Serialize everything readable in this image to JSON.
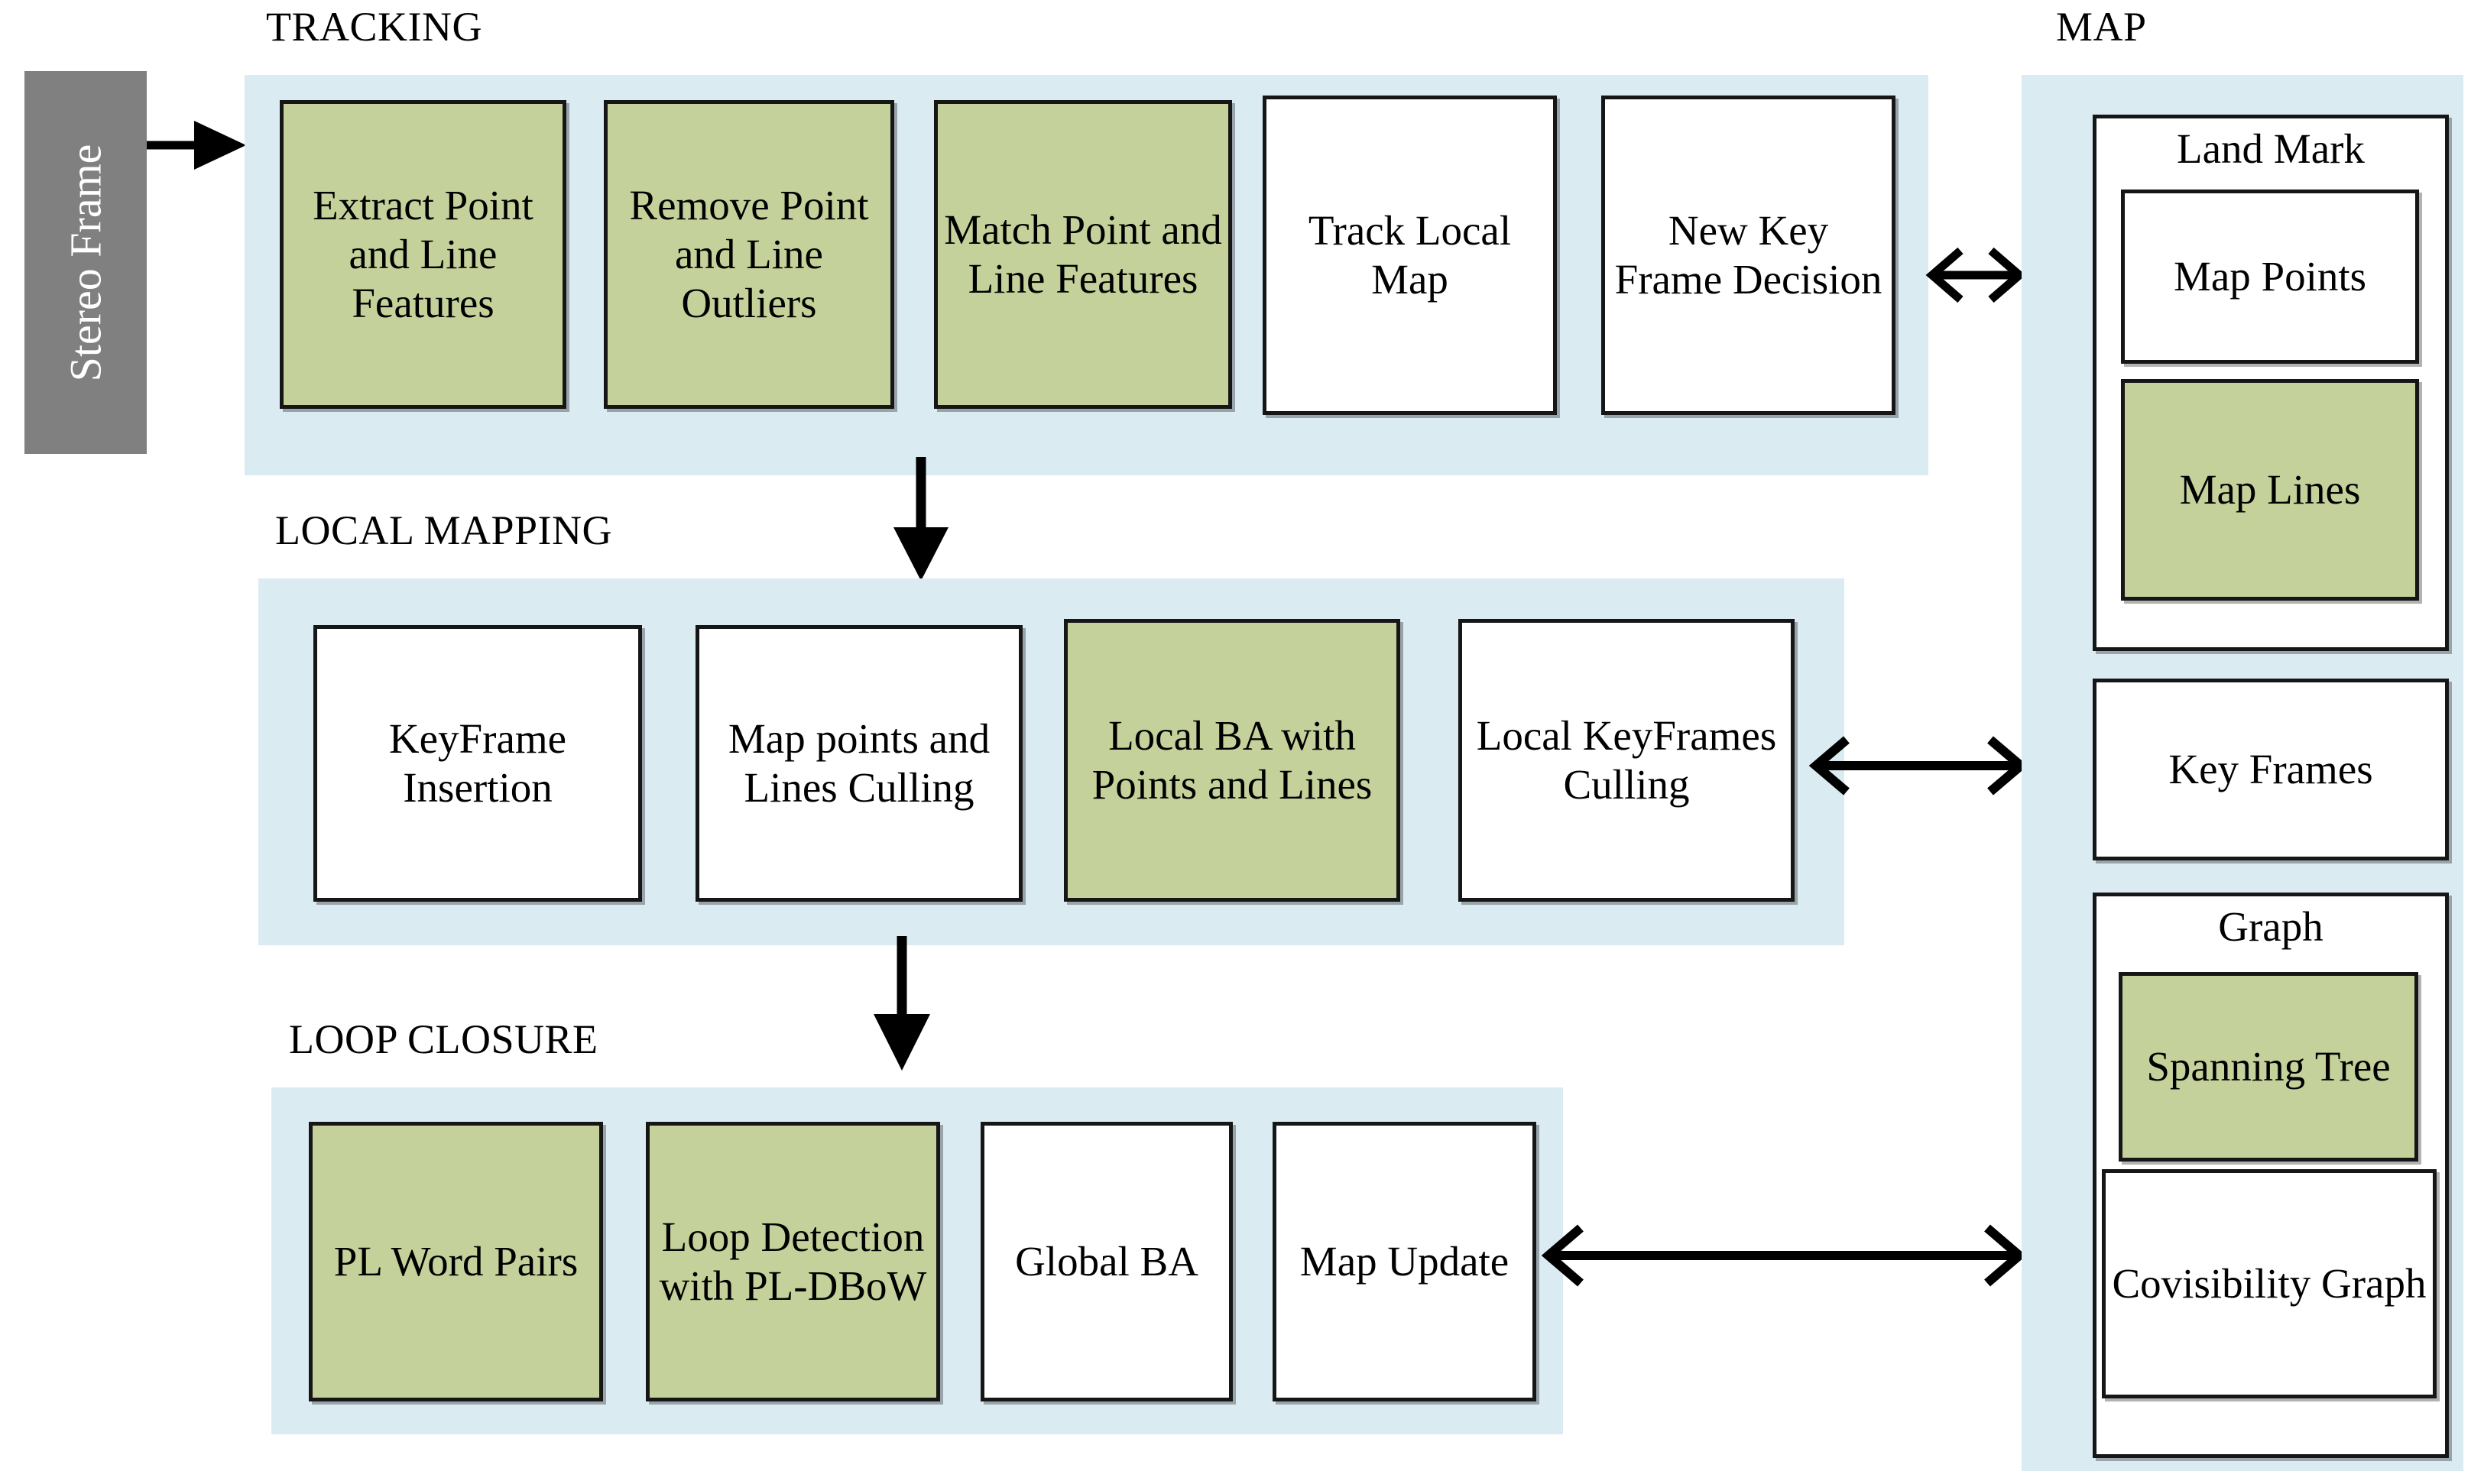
{
  "diagram": {
    "title_colors": {
      "panel_bg": "#daebf2",
      "highlight_fill": "#c5d19a",
      "plain_fill": "#ffffff",
      "input_fill": "#808080",
      "stroke": "#161616"
    },
    "input": {
      "label": "Stereo Frame"
    },
    "sections": {
      "tracking": {
        "label": "TRACKING",
        "boxes": [
          {
            "label": "Extract Point and Line Features",
            "highlight": true
          },
          {
            "label": "Remove Point and Line Outliers",
            "highlight": true
          },
          {
            "label": "Match Point and Line Features",
            "highlight": true
          },
          {
            "label": "Track Local Map",
            "highlight": false
          },
          {
            "label": "New Key Frame Decision",
            "highlight": false
          }
        ]
      },
      "local_mapping": {
        "label": "LOCAL MAPPING",
        "boxes": [
          {
            "label": "KeyFrame Insertion",
            "highlight": false
          },
          {
            "label": "Map points and Lines Culling",
            "highlight": false
          },
          {
            "label": "Local BA with Points and Lines",
            "highlight": true
          },
          {
            "label": "Local KeyFrames Culling",
            "highlight": false
          }
        ]
      },
      "loop_closure": {
        "label": "LOOP CLOSURE",
        "boxes": [
          {
            "label": "PL Word Pairs",
            "highlight": true
          },
          {
            "label": "Loop Detection with PL-DBoW",
            "highlight": true
          },
          {
            "label": "Global BA",
            "highlight": false
          },
          {
            "label": "Map Update",
            "highlight": false
          }
        ]
      },
      "map": {
        "label": "MAP",
        "groups": [
          {
            "heading": "Land Mark",
            "children": [
              {
                "label": "Map Points",
                "highlight": false
              },
              {
                "label": "Map Lines",
                "highlight": true
              }
            ]
          },
          {
            "heading": "",
            "children": [
              {
                "label": "Key Frames",
                "highlight": false
              }
            ]
          },
          {
            "heading": "Graph",
            "children": [
              {
                "label": "Spanning Tree",
                "highlight": true
              },
              {
                "label": "Covisibility Graph",
                "highlight": false
              }
            ]
          }
        ]
      }
    },
    "connectors": [
      {
        "name": "stereo-to-tracking",
        "kind": "arrow-right"
      },
      {
        "name": "tracking-to-map",
        "kind": "arrow-bidirectional"
      },
      {
        "name": "tracking-to-local-mapping",
        "kind": "arrow-down"
      },
      {
        "name": "local-mapping-to-map",
        "kind": "arrow-bidirectional"
      },
      {
        "name": "local-mapping-to-loop-closure",
        "kind": "arrow-down"
      },
      {
        "name": "loop-closure-to-map",
        "kind": "arrow-bidirectional"
      }
    ]
  }
}
